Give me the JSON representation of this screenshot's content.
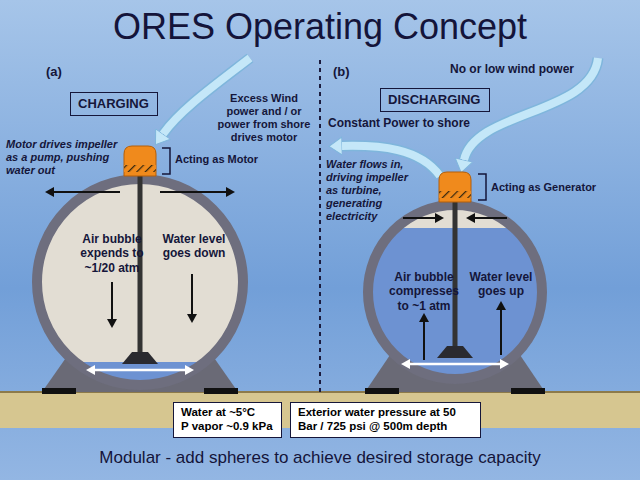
{
  "diagram": {
    "title": "ORES Operating Concept",
    "caption": "Modular - add spheres to achieve desired storage capacity",
    "nodes": [
      {
        "text": [
          "CHARGING"
        ]
      },
      {
        "text": [
          "Air bubble expends to ~1/20 atm",
          "Water level goes down"
        ]
      },
      {
        "text": [
          "DISCHARGING"
        ]
      },
      {
        "text": [
          "Air bubble compresses to ~1 atm",
          "Water level goes up"
        ]
      },
      {
        "text": [
          "Water at ~5°C",
          "P vapor ~0.9 kPa"
        ]
      },
      {
        "text": [
          "Exterior water pressure at 50 Bar / 725 psi @ 500m depth"
        ]
      }
    ],
    "labels": [
      "(a)",
      "Excess Wind power and / or power from shore drives motor",
      "Motor drives impeller as a pump, pushing water out",
      "Acting as Motor",
      "(b)",
      "No or low wind power",
      "Constant Power to shore",
      "Acting as Generator",
      "Water flows in, driving impeller as turbine, generating electricity"
    ]
  }
}
